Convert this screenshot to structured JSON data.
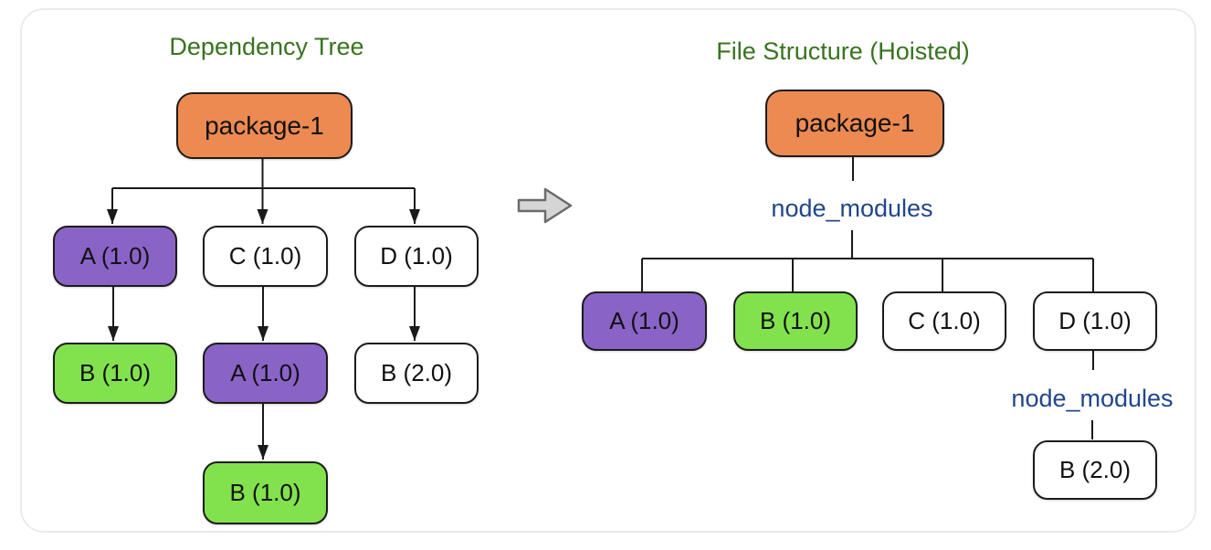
{
  "colors": {
    "orange": "#ED8A51",
    "purple": "#8A63C6",
    "green": "#82E24D",
    "white": "#FFFFFF",
    "title_green": "#38731F",
    "label_blue": "#20468B",
    "line": "#1A1A1A",
    "arrow_fill": "#D5D5D5",
    "arrow_stroke": "#6B6B6B",
    "card_border": "#EBEBEB"
  },
  "left_panel": {
    "title": "Dependency Tree",
    "root": {
      "label": "package-1",
      "fill": "#ED8A51"
    },
    "level1": [
      {
        "label": "A (1.0)",
        "fill": "#8A63C6"
      },
      {
        "label": "C (1.0)",
        "fill": "#FFFFFF"
      },
      {
        "label": "D (1.0)",
        "fill": "#FFFFFF"
      }
    ],
    "level2": [
      {
        "label": "B (1.0)",
        "fill": "#82E24D"
      },
      {
        "label": "A (1.0)",
        "fill": "#8A63C6"
      },
      {
        "label": "B (2.0)",
        "fill": "#FFFFFF"
      }
    ],
    "level3": [
      {
        "label": "B (1.0)",
        "fill": "#82E24D"
      }
    ]
  },
  "transform_arrow": {
    "icon": "right-block-arrow"
  },
  "right_panel": {
    "title": "File Structure (Hoisted)",
    "root": {
      "label": "package-1",
      "fill": "#ED8A51"
    },
    "node_modules_label": "node_modules",
    "level1": [
      {
        "label": "A (1.0)",
        "fill": "#8A63C6"
      },
      {
        "label": "B (1.0)",
        "fill": "#82E24D"
      },
      {
        "label": "C (1.0)",
        "fill": "#FFFFFF"
      },
      {
        "label": "D (1.0)",
        "fill": "#FFFFFF"
      }
    ],
    "nested_node_modules_label": "node_modules",
    "nested_child": {
      "label": "B (2.0)",
      "fill": "#FFFFFF"
    }
  }
}
